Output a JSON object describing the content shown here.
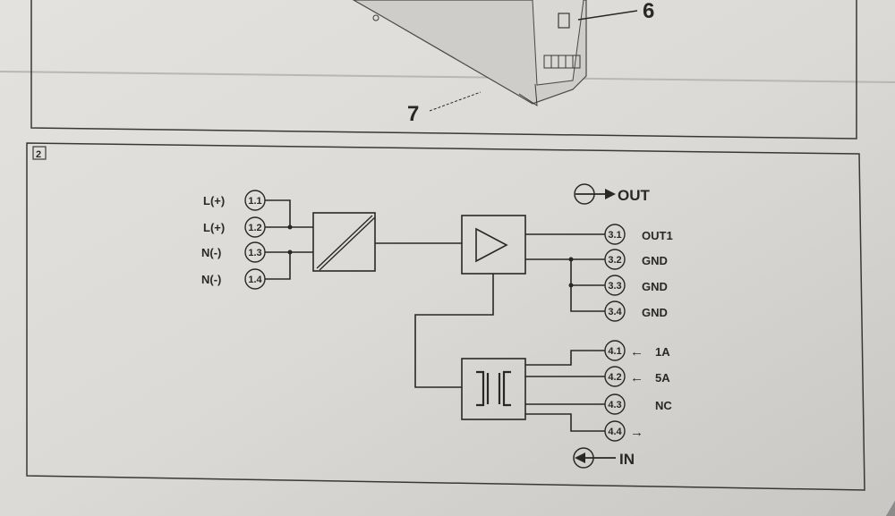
{
  "top_callouts": {
    "six": "6",
    "seven": "7"
  },
  "panel_number": "2",
  "input_terminals": [
    {
      "label": "L(+)",
      "number": "1.1"
    },
    {
      "label": "L(+)",
      "number": "1.2"
    },
    {
      "label": "N(-)",
      "number": "1.3"
    },
    {
      "label": "N(-)",
      "number": "1.4"
    }
  ],
  "out_header": "OUT",
  "output_terminals": [
    {
      "number": "3.1",
      "label": "OUT1"
    },
    {
      "number": "3.2",
      "label": "GND"
    },
    {
      "number": "3.3",
      "label": "GND"
    },
    {
      "number": "3.4",
      "label": "GND"
    }
  ],
  "input_signal_terminals": [
    {
      "number": "4.1",
      "label": "1A",
      "arrow": "←"
    },
    {
      "number": "4.2",
      "label": "5A",
      "arrow": "←"
    },
    {
      "number": "4.3",
      "label": "NC",
      "arrow": ""
    },
    {
      "number": "4.4",
      "label": "",
      "arrow": "→"
    }
  ],
  "in_header": "IN",
  "colors": {
    "paper": "#d9d7d3",
    "ink": "#2a2826",
    "background": "#8d8b8a"
  }
}
